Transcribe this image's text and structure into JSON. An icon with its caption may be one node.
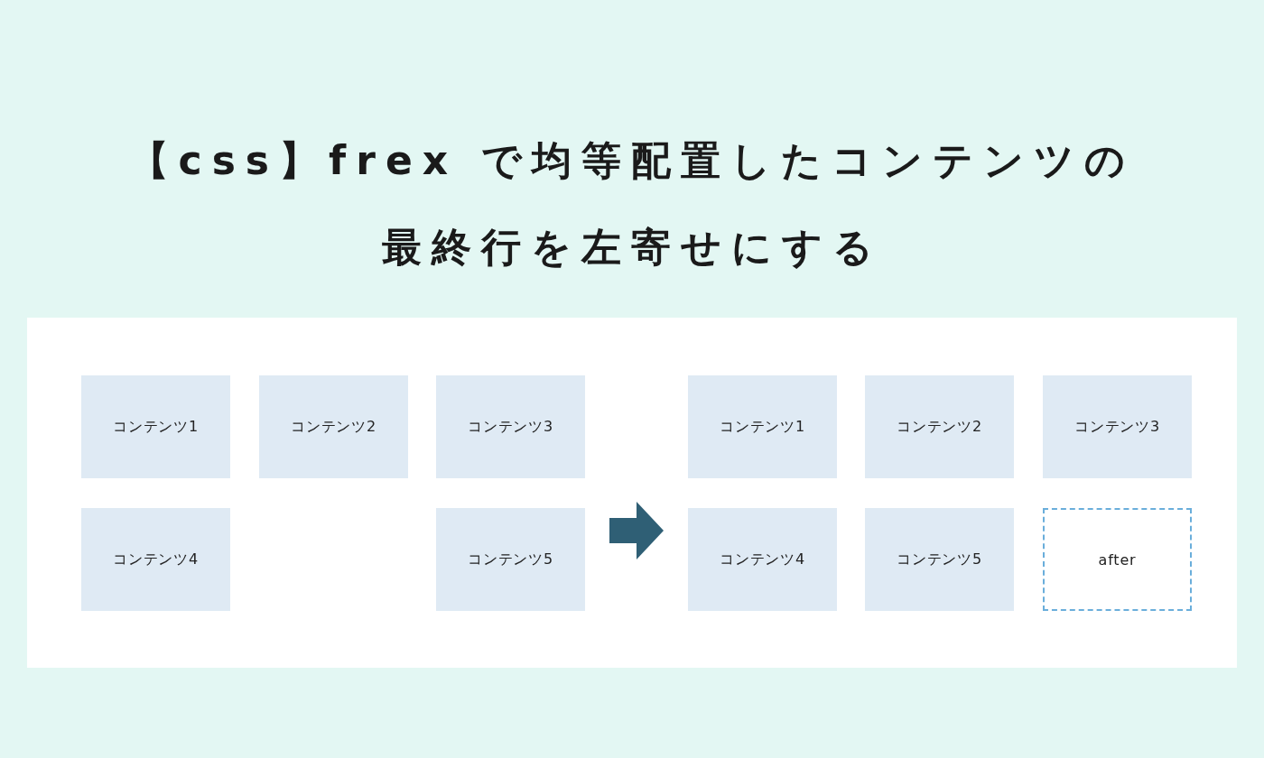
{
  "diagram": {
    "title": "【css】frex で均等配置したコンテンツの最終行を左寄せにする",
    "nodes": [
      {
        "text": [],
        "shape": "box"
      },
      {
        "text": [
          "コンテンツ1"
        ],
        "in": 0
      },
      {
        "text": [
          "コンテンツ2"
        ],
        "in": 0
      },
      {
        "text": [
          "コンテンツ3"
        ],
        "in": 0
      },
      {
        "text": [
          "コンテンツ4"
        ],
        "in": 0
      },
      {
        "text": [
          "コンテンツ5"
        ],
        "in": 0
      },
      {
        "text": [
          "コンテンツ1"
        ],
        "in": 0
      },
      {
        "text": [
          "コンテンツ2"
        ],
        "in": 0
      },
      {
        "text": [
          "コンテンツ3"
        ],
        "in": 0
      },
      {
        "text": [
          "コンテンツ4"
        ],
        "in": 0
      },
      {
        "text": [
          "コンテンツ5"
        ],
        "in": 0
      },
      {
        "text": [
          "after"
        ],
        "in": 0
      }
    ],
    "edges": [
      {
        "from": 5,
        "to": 9,
        "arrow": "to"
      }
    ]
  }
}
